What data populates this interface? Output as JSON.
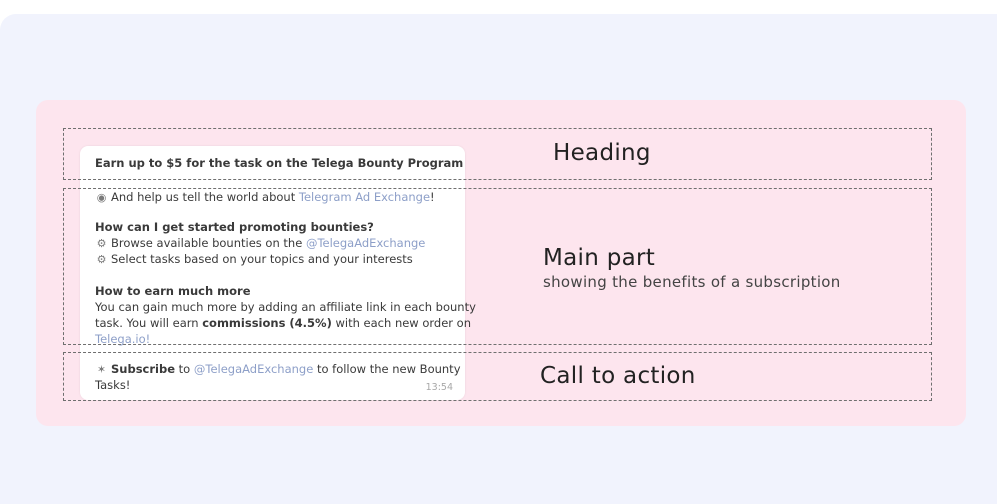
{
  "message": {
    "heading": "Earn up to $5 for the task on the Telega Bounty Program",
    "intro_icon": "globe-emoji",
    "intro_text": "And help us tell the world about ",
    "intro_link": "Telegram Ad Exchange",
    "intro_end": "!",
    "q1_title": "How can I get started promoting bounties?",
    "step_icon": "gear-emoji",
    "step1_text": "Browse available bounties on the ",
    "step1_link": "@TelegaAdExchange",
    "step2_text": "Select tasks based on your topics and your interests",
    "q2_title": "How to earn much more",
    "para_line1": "You can gain much more by adding an affiliate link in each bounty",
    "para_line2_a": "task. You will earn ",
    "para_line2_bold": "commissions (4.5%)",
    "para_line2_b": " with each new order on",
    "para_link": "Telega.io!",
    "cta_icon": "sparkle-emoji",
    "cta_bold": "Subscribe",
    "cta_text_a": " to ",
    "cta_link": "@TelegaAdExchange",
    "cta_text_b": " to follow the new Bounty",
    "cta_line2": "Tasks!",
    "time": "13:54"
  },
  "labels": {
    "heading": "Heading",
    "main_part": "Main part",
    "main_part_sub": "showing the benefits of a subscription",
    "call_to_action": "Call to action"
  },
  "colors": {
    "background": "#f1f3fd",
    "panel": "#fde5ee",
    "card": "#ffffff",
    "link": "#8d9fc8",
    "dash": "#6f6f6f"
  }
}
